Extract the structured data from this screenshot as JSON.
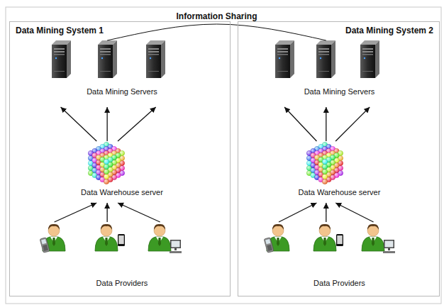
{
  "diagram": {
    "nodes": [
      {
        "text": [
          "Data Mining System 1"
        ]
      },
      {
        "text": [
          "Data Mining Servers"
        ],
        "in": 0
      },
      {
        "text": [
          "Data Warehouse server"
        ],
        "in": 0
      },
      {
        "text": [
          "Data Providers"
        ],
        "in": 0
      },
      {
        "text": [
          "Data Mining System 2"
        ]
      },
      {
        "text": [
          "Data Mining Servers"
        ],
        "in": 4
      },
      {
        "text": [
          "Data Warehouse server"
        ],
        "in": 4
      },
      {
        "text": [
          "Data Providers"
        ],
        "in": 4
      }
    ],
    "edges": [
      {
        "from": 3,
        "to": 2,
        "arrow": "to"
      },
      {
        "from": 3,
        "to": 2,
        "arrow": "to"
      },
      {
        "from": 3,
        "to": 2,
        "arrow": "to"
      },
      {
        "from": 2,
        "to": 1,
        "arrow": "to"
      },
      {
        "from": 2,
        "to": 1,
        "arrow": "to"
      },
      {
        "from": 2,
        "to": 1,
        "arrow": "to"
      },
      {
        "from": 7,
        "to": 6,
        "arrow": "to"
      },
      {
        "from": 7,
        "to": 6,
        "arrow": "to"
      },
      {
        "from": 7,
        "to": 6,
        "arrow": "to"
      },
      {
        "from": 6,
        "to": 5,
        "arrow": "to"
      },
      {
        "from": 6,
        "to": 5,
        "arrow": "to"
      },
      {
        "from": 6,
        "to": 5,
        "arrow": "to"
      },
      {
        "from": 1,
        "to": 5,
        "label": "Information Sharing",
        "arrow": "none"
      }
    ]
  }
}
